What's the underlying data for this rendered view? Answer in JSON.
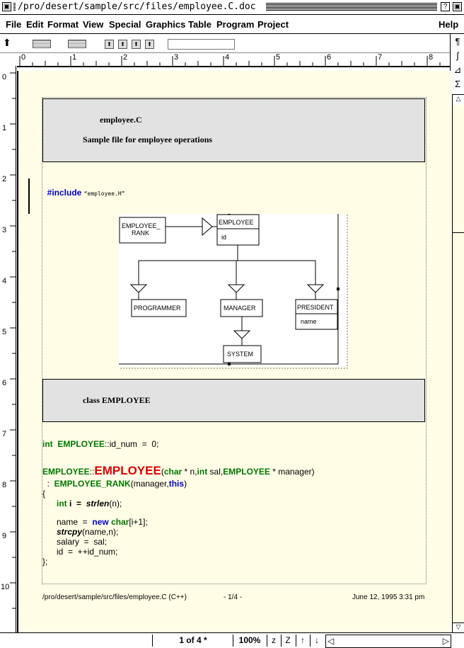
{
  "window": {
    "title": "/pro/desert/sample/src/files/employee.C.doc",
    "close_glyph": "▣",
    "help_glyph": "?",
    "zoom_glyph": "▣"
  },
  "menu": [
    "File",
    "Edit",
    "Format",
    "View",
    "Special",
    "Graphics",
    "Table",
    "Program",
    "Project",
    "Help"
  ],
  "toolbar": {
    "arrow": "⬆",
    "nav": [
      "⬆",
      "⬆",
      "⬆",
      "⬆"
    ],
    "field_value": ""
  },
  "right_panel": [
    "¶",
    "ʃ",
    "⊿",
    "Σ"
  ],
  "ruler": {
    "horizontal": [
      "0",
      "1",
      "2",
      "3",
      "4",
      "5",
      "6",
      "7",
      "8"
    ],
    "vertical": [
      "0",
      "1",
      "2",
      "3",
      "4",
      "5",
      "6",
      "7",
      "8",
      "9",
      "10"
    ]
  },
  "doc": {
    "header": {
      "filename": "employee.C",
      "description": "Sample file for employee operations"
    },
    "include": {
      "directive": "#include",
      "file": "“employee.H”"
    },
    "diagram": {
      "employee_rank": [
        "EMPLOYEE_",
        "RANK"
      ],
      "employee": "EMPLOYEE",
      "employee_attr": "id",
      "programmer": "PROGRAMMER",
      "manager": "MANAGER",
      "president": "PRESIDENT",
      "president_attr": "name",
      "system": "SYSTEM"
    },
    "class_header": "class EMPLOYEE",
    "code": {
      "l1_type": "int",
      "l1_cls": "EMPLOYEE",
      "l1_rest": "::id_num  =  0;",
      "l2_cls": "EMPLOYEE",
      "l2_sep": "::",
      "l2_ctor": "EMPLOYEE",
      "l2_open": "(",
      "l2_char": "char",
      "l2_p1": " * n,",
      "l2_int": "int",
      "l2_p2": " sal,",
      "l2_emp": "EMPLOYEE",
      "l2_p3": " * manager)",
      "l3_colon": "  :  ",
      "l3_rank": "EMPLOYEE_RANK",
      "l3_open": "(manager,",
      "l3_this": "this",
      "l3_close": ")",
      "l4": "{",
      "l5_int": "int",
      "l5_i": " i  =  ",
      "l5_fn": "strlen",
      "l5_rest": "(n);",
      "l6_a": "name  =  ",
      "l6_new": "new",
      "l6_char": "char",
      "l6_rest": "[i+1];",
      "l7_fn": "strcpy",
      "l7_rest": "(name,n);",
      "l8": "salary  =  sal;",
      "l9": "id  =  ++id_num;",
      "l10": "};"
    },
    "footer": {
      "path": "/pro/desert/sample/src/files/employee.C (C++)",
      "page": "- 1/4 -",
      "date": "June 12, 1995 3:31 pm"
    }
  },
  "status": {
    "page": "1 of 4 *",
    "zoom": "100%",
    "z1": "z",
    "z2": "Z",
    "up": "↑",
    "down": "↓",
    "left": "◁",
    "right": "▷"
  }
}
